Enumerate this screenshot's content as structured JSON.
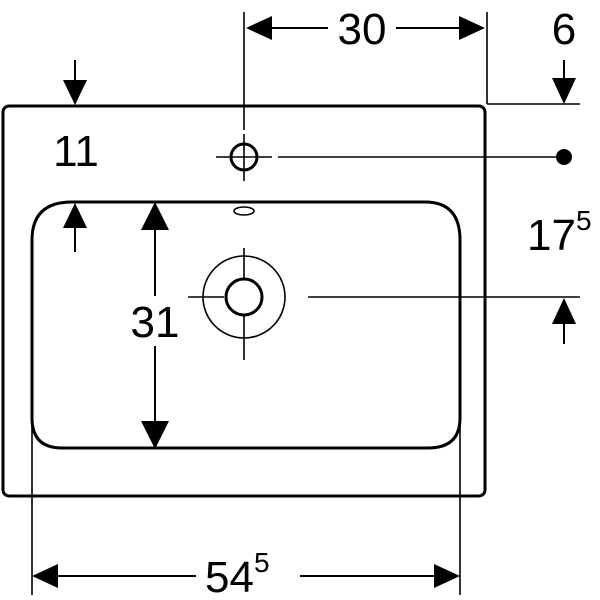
{
  "dimensions": {
    "top_width": {
      "value": "30"
    },
    "top_right_offset": {
      "value": "6"
    },
    "rim_depth": {
      "value": "11"
    },
    "tap_to_drain": {
      "value": "17",
      "superscript": "5"
    },
    "bowl_depth": {
      "value": "31"
    },
    "bottom_width": {
      "value": "54",
      "superscript": "5"
    }
  }
}
